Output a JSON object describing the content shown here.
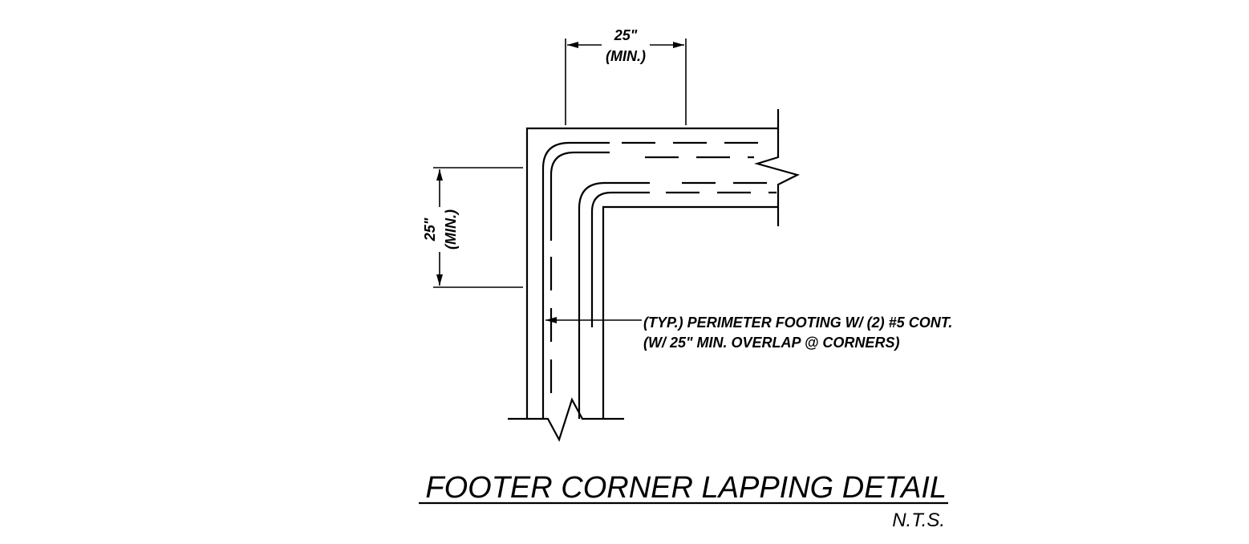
{
  "dimensions": {
    "top": {
      "value": "25\"",
      "qualifier": "(MIN.)"
    },
    "left": {
      "value": "25\"",
      "qualifier": "(MIN.)"
    }
  },
  "callout": {
    "line1": "(TYP.) PERIMETER FOOTING W/ (2) #5 CONT.",
    "line2": "(W/ 25\" MIN. OVERLAP @ CORNERS)"
  },
  "title": {
    "main": "FOOTER CORNER LAPPING DETAIL",
    "scale": "N.T.S."
  }
}
